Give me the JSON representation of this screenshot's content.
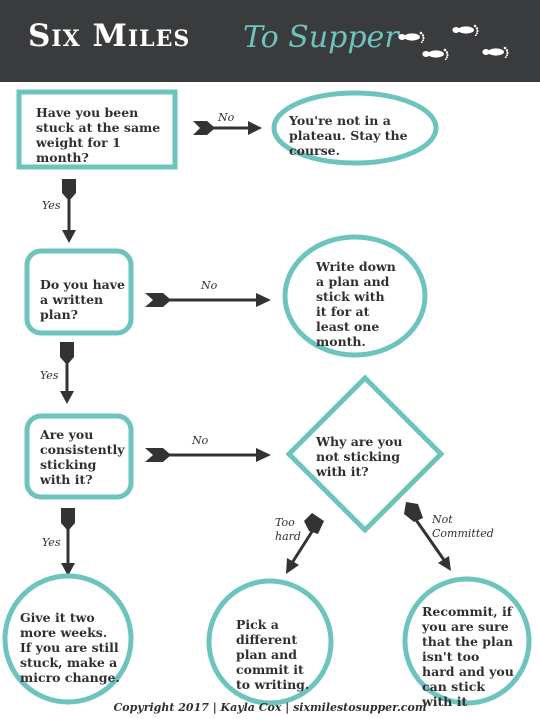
{
  "header": {
    "brand_main": "Six Miles",
    "brand_script": "To Supper",
    "icon": "footprints-icon"
  },
  "nodes": {
    "q1": "Have you been stuck at the same weight for 1 month?",
    "a1": "You're not in a plateau. Stay the course.",
    "q2": "Do you have a written plan?",
    "a2": "Write down a plan and stick with it for at least one month.",
    "q3": "Are you consistently sticking with it?",
    "d1": "Why are you not sticking with it?",
    "r1": "Give it two more weeks. If you are still stuck, make a micro change.",
    "r2": "Pick a different plan and commit it to writing.",
    "r3": "Recommit, if you are sure that the plan isn't too hard and you can stick with it"
  },
  "labels": {
    "no1": "No",
    "yes1": "Yes",
    "no2": "No",
    "yes2": "Yes",
    "no3": "No",
    "yes3": "Yes",
    "too_hard_1": "Too",
    "too_hard_2": "hard",
    "not_committed_1": "Not",
    "not_committed_2": "Committed"
  },
  "footer": "Copyright 2017  |  Kayla Cox  |  sixmilestosupper.com",
  "colors": {
    "accent": "#6cc4bd",
    "header_bg": "#3a3b3d",
    "arrow": "#333333"
  }
}
